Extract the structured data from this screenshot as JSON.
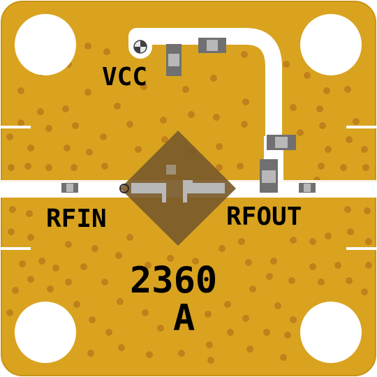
{
  "board": {
    "colors": {
      "substrate": "#D9A320",
      "trace": "#FFFFFF",
      "via": "#C0801A",
      "package": "#7A5A2A",
      "pad": "#B8B8B8",
      "component_body": "#707070",
      "silkscreen": "#000000"
    },
    "labels": {
      "vcc": "VCC",
      "rfin": "RFIN",
      "rfout": "RFOUT",
      "part_number": "2360",
      "revision": "A"
    },
    "icons": {
      "dc_pin": "circle-quadrant-icon",
      "pin1_marker": "pin1-dot-icon"
    }
  }
}
